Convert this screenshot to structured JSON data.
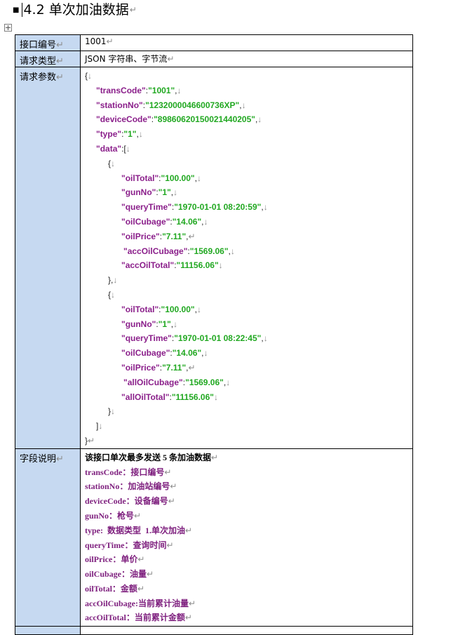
{
  "heading": {
    "title": "4.2 单次加油数据"
  },
  "marks": {
    "para": "↵",
    "line": "↓"
  },
  "table": {
    "rows": [
      {
        "label": "接口编号",
        "value": "1001"
      },
      {
        "label": "请求类型",
        "value": "JSON 字符串、字节流"
      },
      {
        "label": "请求参数"
      },
      {
        "label": "字段说明"
      }
    ]
  },
  "request": {
    "open_brace": "{",
    "close_brace": "}",
    "transCode": {
      "key": "\"transCode\"",
      "value": "\"1001\""
    },
    "stationNo": {
      "key": "\"stationNo\"",
      "value": "\"1232000046600736XP\""
    },
    "deviceCode": {
      "key": "\"deviceCode\"",
      "value": "\"89860620150021440205\""
    },
    "type": {
      "key": "\"type\"",
      "value": "\"1\""
    },
    "data_key": "\"data\"",
    "data_open": ":[",
    "data_close": "]",
    "items": [
      {
        "oilTotal": {
          "key": "\"oilTotal\"",
          "value": "\"100.00\""
        },
        "gunNo": {
          "key": "\"gunNo\"",
          "value": "\"1\""
        },
        "queryTime": {
          "key": "\"queryTime\"",
          "value": "\"1970-01-01 08:20:59\""
        },
        "oilCubage": {
          "key": "\"oilCubage\"",
          "value": "\"14.06\""
        },
        "oilPrice": {
          "key": "\"oilPrice\"",
          "value": "\"7.11\""
        },
        "accOilCubage": {
          "key": "\"accOilCubage\"",
          "value": "\"1569.06\""
        },
        "accOilTotal": {
          "key": "\"accOilTotal\"",
          "value": "\"11156.06\""
        },
        "close": "},"
      },
      {
        "oilTotal": {
          "key": "\"oilTotal\"",
          "value": "\"100.00\""
        },
        "gunNo": {
          "key": "\"gunNo\"",
          "value": "\"1\""
        },
        "queryTime": {
          "key": "\"queryTime\"",
          "value": "\"1970-01-01 08:22:45\""
        },
        "oilCubage": {
          "key": "\"oilCubage\"",
          "value": "\"14.06\""
        },
        "oilPrice": {
          "key": "\"oilPrice\"",
          "value": "\"7.11\""
        },
        "allOilCubage": {
          "key": "\"allOilCubage\"",
          "value": "\"1569.06\""
        },
        "allOilTotal": {
          "key": "\"allOilTotal\"",
          "value": "\"11156.06\""
        },
        "close": "}"
      }
    ]
  },
  "fields": {
    "intro": "该接口单次最多发送 5 条加油数据",
    "items": [
      {
        "name": "transCode",
        "sep": "：",
        "desc": "接口编号"
      },
      {
        "name": "stationNo",
        "sep": "：",
        "desc": "加油站编号"
      },
      {
        "name": "deviceCode",
        "sep": "：",
        "desc": "设备编号"
      },
      {
        "name": "gunNo",
        "sep": "：",
        "desc": "枪号"
      },
      {
        "name": "type",
        "sep": ":  ",
        "desc": "数据类型  1.单次加油"
      },
      {
        "name": "queryTime",
        "sep": "：",
        "desc": "查询时间"
      },
      {
        "name": "oilPrice",
        "sep": "：",
        "desc": "单价"
      },
      {
        "name": "oilCubage",
        "sep": "：",
        "desc": "油量"
      },
      {
        "name": "oilTotal",
        "sep": "：",
        "desc": "金额"
      },
      {
        "name": "accOilCubage",
        "sep": ":",
        "desc": "当前累计油量"
      },
      {
        "name": "accOilTotal",
        "sep": "：",
        "desc": "当前累计金额"
      }
    ]
  }
}
